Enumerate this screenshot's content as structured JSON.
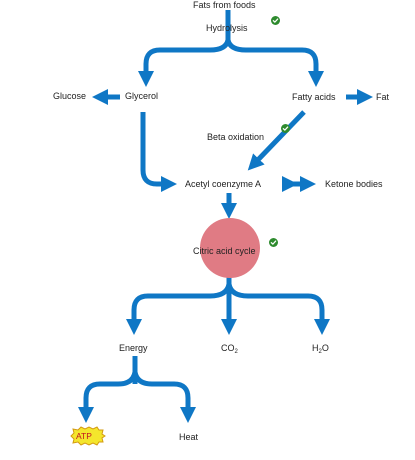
{
  "colors": {
    "arrow": "#0f77c5",
    "cycle_fill": "#e07b84",
    "check": "#2e8b2e",
    "atp_fill": "#f4e62c",
    "atp_stroke": "#d39a10",
    "atp_text": "#c1121f"
  },
  "labels": {
    "fats_from_foods": "Fats from foods",
    "hydrolysis": "Hydrolysis",
    "glucose": "Glucose",
    "glycerol": "Glycerol",
    "fatty_acids": "Fatty acids",
    "fat": "Fat",
    "beta_oxidation": "Beta oxidation",
    "acetyl_coa": "Acetyl coenzyme A",
    "ketone_bodies": "Ketone bodies",
    "citric_acid_cycle": "Citric acid cycle",
    "energy": "Energy",
    "co2_base": "CO",
    "co2_sub": "2",
    "h2o_h": "H",
    "h2o_sub": "2",
    "h2o_o": "O",
    "atp": "ATP",
    "heat": "Heat"
  },
  "icons": {
    "check": "check-circle-icon",
    "atp_badge": "starburst-badge-icon"
  }
}
